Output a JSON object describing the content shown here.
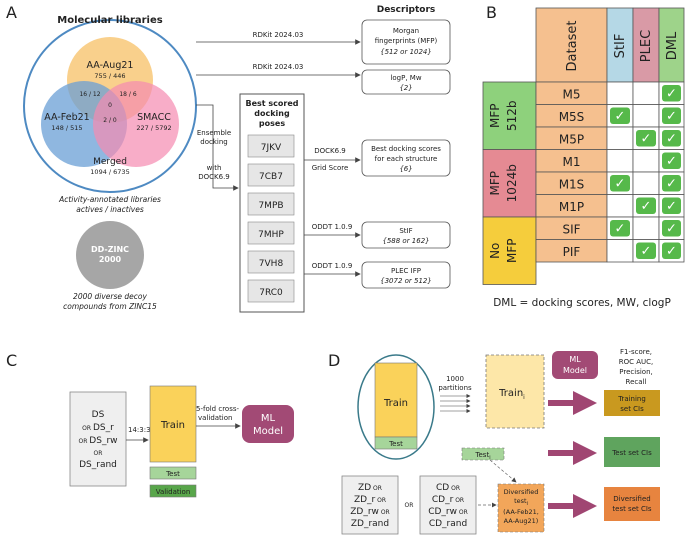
{
  "panels": {
    "a": "A",
    "b": "B",
    "c": "C",
    "d": "D"
  },
  "panel_a": {
    "libraries_title": "Molecular libraries",
    "aa_aug": {
      "name": "AA-Aug21",
      "counts": "755 / 446"
    },
    "aa_feb": {
      "name": "AA-Feb21",
      "counts": "148 / 515"
    },
    "smacc": {
      "name": "SMACC",
      "counts": "227 / 5792"
    },
    "overlap_ab": "16 / 12",
    "overlap_ac": "18 / 6",
    "overlap_bc": "2 / 0",
    "overlap_abc": "0",
    "merged": {
      "name": "Merged",
      "counts": "1094 / 6735"
    },
    "caption_1": "Activity-annotated libraries",
    "caption_2": "actives / inactives",
    "decoy": {
      "name": "DD-ZINC",
      "count": "2000"
    },
    "decoy_caption_1": "2000 diverse decoy",
    "decoy_caption_2": "compounds from ZINC15",
    "rdkit_1": "RDKit 2024.03",
    "rdkit_2": "RDKit 2024.03",
    "ensemble": [
      "Ensemble",
      "docking"
    ],
    "with_dock": [
      "with",
      "DOCK6.9"
    ],
    "poses_title": [
      "Best scored",
      "docking",
      "poses"
    ],
    "structures": [
      "7JKV",
      "7CB7",
      "7MPB",
      "7MHP",
      "7VH8",
      "7RC0"
    ],
    "dock_tool": "DOCK6.9",
    "grid_score": "Grid Score",
    "oddt_1": "ODDT 1.0.9",
    "oddt_2": "ODDT 1.0.9",
    "descriptors_title": "Descriptors",
    "desc_morgan": [
      "Morgan",
      "fingerprints (MFP)",
      "{512 or 1024}"
    ],
    "desc_logp": [
      "logP, Mw",
      "{2}"
    ],
    "desc_dock": [
      "Best docking scores",
      "for each structure",
      "{6}"
    ],
    "desc_stif": [
      "StIF",
      "{588 or 162}"
    ],
    "desc_plec": [
      "PLEC IFP",
      "{3072 or 512}"
    ]
  },
  "panel_b": {
    "header_dataset": "Dataset",
    "header_stif": "StIF",
    "header_plec": "PLEC",
    "header_dml": "DML",
    "groups": [
      {
        "label": [
          "MFP",
          "512b"
        ],
        "color": "#8ed17c"
      },
      {
        "label": [
          "MFP",
          "1024b"
        ],
        "color": "#e58a93"
      },
      {
        "label": [
          "No",
          "MFP"
        ],
        "color": "#f5cd3c"
      }
    ],
    "rows": [
      {
        "name": "M5",
        "stif": false,
        "plec": false,
        "dml": true
      },
      {
        "name": "M5S",
        "stif": true,
        "plec": false,
        "dml": true
      },
      {
        "name": "M5P",
        "stif": false,
        "plec": true,
        "dml": true
      },
      {
        "name": "M1",
        "stif": false,
        "plec": false,
        "dml": true
      },
      {
        "name": "M1S",
        "stif": true,
        "plec": false,
        "dml": true
      },
      {
        "name": "M1P",
        "stif": false,
        "plec": true,
        "dml": true
      },
      {
        "name": "SIF",
        "stif": true,
        "plec": false,
        "dml": true
      },
      {
        "name": "PIF",
        "stif": false,
        "plec": true,
        "dml": true
      }
    ],
    "checkmark": "✓",
    "footnote": "DML = docking scores, MW, clogP",
    "colors": {
      "stif": "#b5d8e6",
      "plec": "#d99aa6",
      "dml": "#9ed38a",
      "dataset": "#f5c08f",
      "check": "#56b94a"
    }
  },
  "panel_c": {
    "inputs": [
      {
        "or": "",
        "text": "DS"
      },
      {
        "or": "OR ",
        "text": "DS_r"
      },
      {
        "or": "OR ",
        "text": "DS_rw"
      },
      {
        "or": "OR",
        "text": ""
      },
      {
        "or": "",
        "text": "DS_rand"
      }
    ],
    "split": "14:3:3",
    "train": "Train",
    "test": "Test",
    "validation": "Validation",
    "cv": [
      "5-fold  cross-",
      "validation"
    ],
    "model": [
      "ML",
      "Model"
    ]
  },
  "panel_d": {
    "train": "Train",
    "test": "Test",
    "partitions": [
      "1000",
      "partitions"
    ],
    "train_i": "Train",
    "train_i_sub": "i",
    "model": [
      "ML",
      "Model"
    ],
    "metrics": [
      "F1-score,",
      "ROC AUC,",
      "Precision,",
      "Recall"
    ],
    "test_i": "Test",
    "test_i_sub": "i",
    "diversified": [
      "Diversified",
      "test",
      "(AA-Feb21,",
      "AA-Aug21)"
    ],
    "diversified_sub": "i",
    "zd_box": [
      {
        "text": "ZD",
        "or": " OR"
      },
      {
        "text": "ZD_r",
        "or": " OR"
      },
      {
        "text": "ZD_rw",
        "or": " OR"
      },
      {
        "text": "ZD_rand",
        "or": ""
      }
    ],
    "cd_box": [
      {
        "text": "CD",
        "or": " OR"
      },
      {
        "text": "CD_r",
        "or": " OR"
      },
      {
        "text": "CD_rw",
        "or": " OR"
      },
      {
        "text": "CD_rand",
        "or": ""
      }
    ],
    "or_between": "OR",
    "results": [
      "Training",
      "set CIs"
    ],
    "results_test": "Test set CIs",
    "results_div": [
      "Diversified",
      "test set CIs"
    ]
  }
}
